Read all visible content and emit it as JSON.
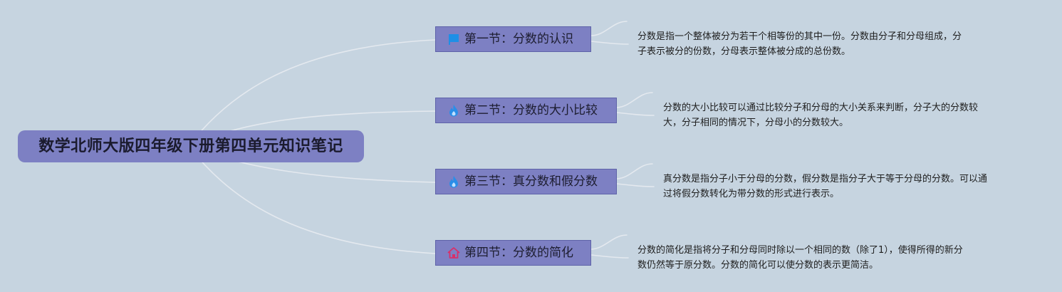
{
  "root": {
    "title": "数学北师大版四年级下册第四单元知识笔记"
  },
  "sections": [
    {
      "title": "第一节：分数的认识",
      "icon": "flag-icon",
      "icon_color": "#1e8fe6",
      "note_line1": "分数是指一个整体被分为若干个相等份的其中一份。分数由分子和分母组成，分",
      "note_line2": "子表示被分的份数，分母表示整体被分成的总份数。"
    },
    {
      "title": "第二节：分数的大小比较",
      "icon": "flame-icon",
      "icon_color": "#2a8ee8",
      "note_line1": "分数的大小比较可以通过比较分子和分母的大小关系来判断，分子大的分数较",
      "note_line2": "大，分子相同的情况下，分母小的分数较大。"
    },
    {
      "title": "第三节：真分数和假分数",
      "icon": "flame-icon",
      "icon_color": "#2a8ee8",
      "note_line1": "真分数是指分子小于分母的分数，假分数是指分子大于等于分母的分数。可以通",
      "note_line2": "过将假分数转化为带分数的形式进行表示。"
    },
    {
      "title": "第四节：分数的简化",
      "icon": "home-icon",
      "icon_color": "#d8306a",
      "note_line1": "分数的简化是指将分子和分母同时除以一个相同的数（除了1），使得所得的新分",
      "note_line2": "数仍然等于原分数。分数的简化可以使分数的表示更简洁。"
    }
  ]
}
